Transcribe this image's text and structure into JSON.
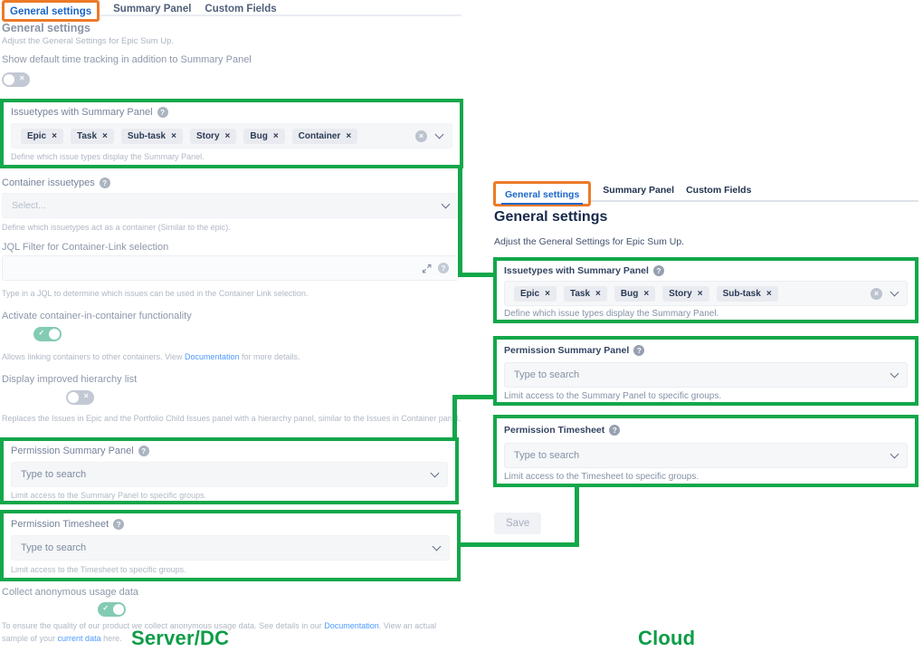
{
  "server": {
    "tabs": [
      "General settings",
      "Summary Panel",
      "Custom Fields"
    ],
    "heading": "General settings",
    "subheading": "Adjust the General Settings for Epic Sum Up.",
    "time_tracking": {
      "label": "Show default time tracking in addition to Summary Panel",
      "state": "off"
    },
    "issuetypes": {
      "label": "Issuetypes with Summary Panel",
      "tags": [
        "Epic",
        "Task",
        "Sub-task",
        "Story",
        "Bug",
        "Container"
      ],
      "help": "Define which issue types display the Summary Panel."
    },
    "container_issuetypes": {
      "label": "Container issuetypes",
      "placeholder": "Select...",
      "help": "Define which issuetypes act as a container (Similar to the epic)."
    },
    "jql_filter": {
      "label": "JQL Filter for Container-Link selection",
      "value": "",
      "help": "Type in a JQL to determine which issues can be used in the Container Link selection."
    },
    "container_in_container": {
      "label": "Activate container-in-container functionality",
      "state": "on",
      "help_prefix": "Allows linking containers to other containers. View",
      "help_link": "Documentation",
      "help_suffix": "for more details."
    },
    "hierarchy": {
      "label": "Display improved hierarchy list",
      "state": "off",
      "help": "Replaces the Issues in Epic and the Portfolio Child Issues panel with a hierarchy panel, similar to the Issues in Container panel."
    },
    "permission_summary": {
      "label": "Permission Summary Panel",
      "placeholder": "Type to search",
      "help": "Limit access to the Summary Panel to specific groups."
    },
    "permission_timesheet": {
      "label": "Permission Timesheet",
      "placeholder": "Type to search",
      "help": "Limit access to the Timesheet to specific groups."
    },
    "usage": {
      "label": "Collect anonymous usage data",
      "state": "on",
      "help_part1": "To ensure the quality of our product we collect anonymous usage data. See details in our",
      "help_link1": "Documentation",
      "help_part2": ". View an actual sample of your",
      "help_link2": "current data",
      "help_part3": "here."
    }
  },
  "cloud": {
    "tabs": [
      "General settings",
      "Summary Panel",
      "Custom Fields"
    ],
    "heading": "General settings",
    "subheading": "Adjust the General Settings for Epic Sum Up.",
    "issuetypes": {
      "label": "Issuetypes with Summary Panel",
      "tags": [
        "Epic",
        "Task",
        "Bug",
        "Story",
        "Sub-task"
      ],
      "help": "Define which issue types display the Summary Panel."
    },
    "permission_summary": {
      "label": "Permission Summary Panel",
      "placeholder": "Type to search",
      "help": "Limit access to the Summary Panel to specific groups."
    },
    "permission_timesheet": {
      "label": "Permission Timesheet",
      "placeholder": "Type to search",
      "help": "Limit access to the Timesheet to specific groups."
    },
    "save_label": "Save"
  },
  "annotations": {
    "server_caption": "Server/DC",
    "cloud_caption": "Cloud",
    "highlight_color": "#12a74a",
    "tab_highlight_color": "#ec7a28",
    "active_tab_color": "#1b66c9"
  }
}
